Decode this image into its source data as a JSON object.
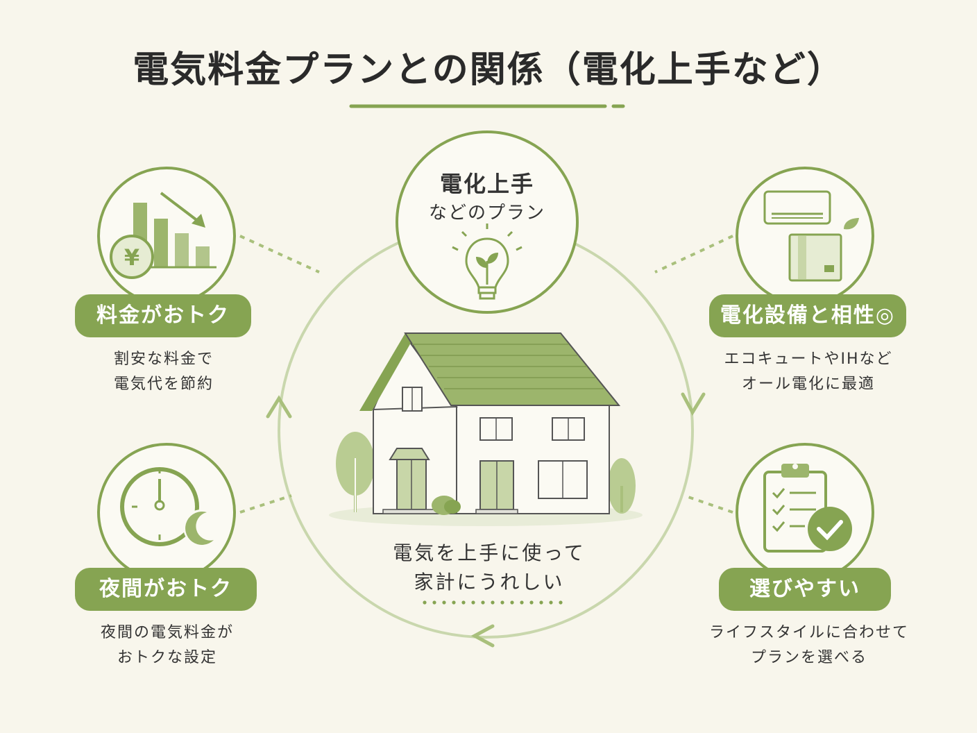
{
  "title": "電気料金プランとの関係（電化上手など）",
  "center": {
    "title": "電化上手",
    "subtitle": "などのプラン",
    "message_line1": "電気を上手に使って",
    "message_line2": "家計にうれしい"
  },
  "cards": {
    "top_left": {
      "label": "料金がおトク",
      "desc_line1": "割安な料金で",
      "desc_line2": "電気代を節約"
    },
    "top_right": {
      "label": "電化設備と相性◎",
      "desc_line1": "エコキュートやIHなど",
      "desc_line2": "オール電化に最適"
    },
    "bottom_left": {
      "label": "夜間がおトク",
      "desc_line1": "夜間の電気料金が",
      "desc_line2": "おトクな設定"
    },
    "bottom_right": {
      "label": "選びやすい",
      "desc_line1": "ライフスタイルに合わせて",
      "desc_line2": "プランを選べる"
    }
  },
  "icons": {
    "top_left": "yen-bar-chart-icon",
    "top_right": "air-conditioner-water-heater-icon",
    "bottom_left": "clock-moon-icon",
    "bottom_right": "checklist-icon",
    "center": "lightbulb-sprout-icon"
  },
  "colors": {
    "accent": "#86a452",
    "accent_light": "#c8d6a8",
    "background": "#f8f6ec"
  }
}
